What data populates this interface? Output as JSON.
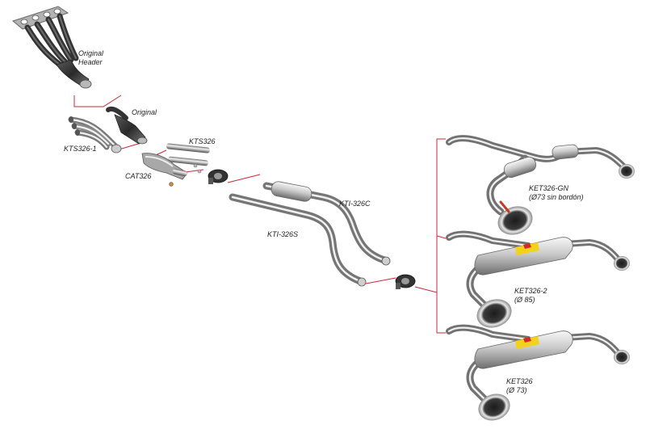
{
  "labels": {
    "original_header": {
      "line1": "Original",
      "line2": "Header"
    },
    "original_cat": "Original",
    "kts326_1": "KTS326-1",
    "kts326": "KTS326",
    "cat326": "CAT326",
    "kti_326c": "KTI-326C",
    "kti_326s": "KTI-326S",
    "ket326_gn": {
      "line1": "KET326-GN",
      "line2": "(Ø73 sin bordón)"
    },
    "ket326_2": {
      "line1": "KET326-2",
      "line2": "(Ø 85)"
    },
    "ket326": {
      "line1": "KET326",
      "line2": "(Ø 73)"
    }
  },
  "colors": {
    "connector": "#c8283a",
    "metal_light": "#e4e4e4",
    "metal_mid": "#a9a9a9",
    "metal_dark": "#4a4a4a",
    "header_dark": "#2e2e2e",
    "sticker_yellow": "#f2d21b",
    "sticker_red": "#d8262b",
    "tip_red": "#c73a1e"
  }
}
